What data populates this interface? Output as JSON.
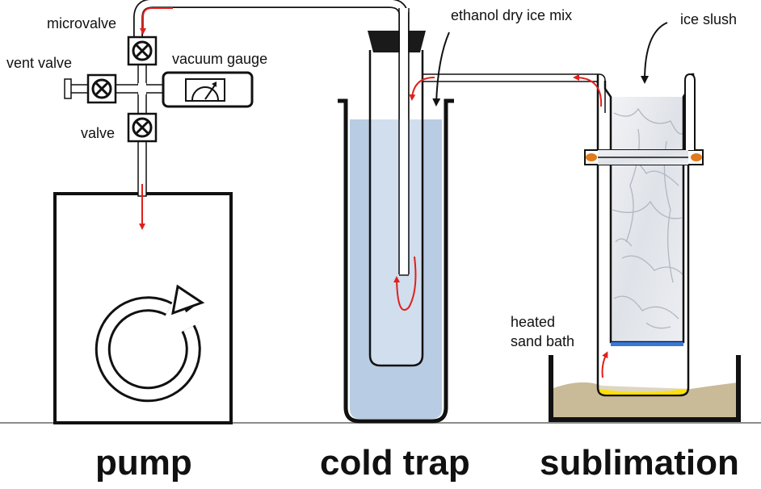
{
  "labels": {
    "microvalve": "microvalve",
    "vent_valve": "vent valve",
    "vacuum_gauge": "vacuum gauge",
    "valve": "valve",
    "ethanol_dry_ice_mix": "ethanol dry ice mix",
    "ice_slush": "ice slush",
    "heated_line1": "heated",
    "heated_line2": "sand bath"
  },
  "sections": {
    "pump": "pump",
    "cold_trap": "cold trap",
    "sublimation": "sublimation"
  },
  "colors": {
    "flow_arrow": "#e0201b",
    "coolant": "#b8cce4",
    "stopper": "#1a1a1a",
    "sand": "#c9bb98",
    "sample": "#ffe000",
    "frit": "#3a78d8",
    "o_ring": "#e07a1e",
    "outline": "#111111"
  },
  "icons": [
    "valve-icon",
    "gauge-icon",
    "rotation-icon"
  ]
}
